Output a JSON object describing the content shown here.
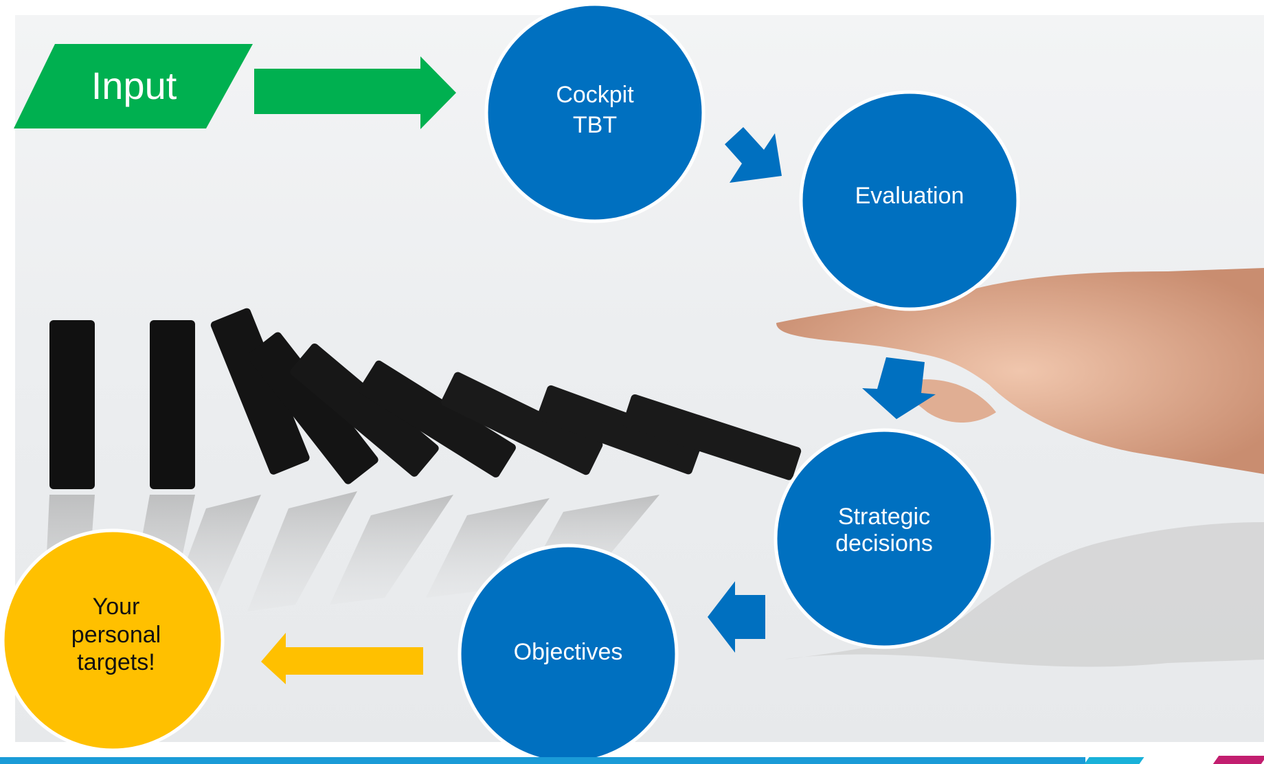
{
  "nodes": {
    "input": "Input",
    "cockpit": "Cockpit\nTBT",
    "evaluation": "Evaluation",
    "strategic": "Strategic\ndecisions",
    "objectives": "Objectives",
    "targets": "Your\npersonal\ntargets!"
  },
  "colors": {
    "green": "#00b050",
    "blue": "#0070c0",
    "yellow": "#ffc000",
    "bar": "#1a9bd7"
  }
}
